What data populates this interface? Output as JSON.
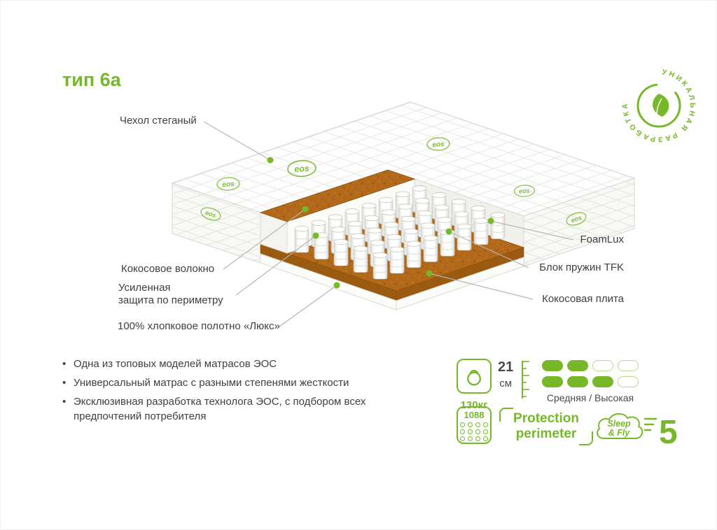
{
  "colors": {
    "accent": "#76b82a",
    "text": "#3f3f3f",
    "coir": "#b2691a"
  },
  "title": "тип 6а",
  "badge_text": "УНИКАЛЬНАЯ РАЗРАБОТКА",
  "brand_mark": "eos",
  "callouts": {
    "cover": "Чехол стеганый",
    "coir_fiber": "Кокосовое волокно",
    "perimeter_line1": "Усиленная",
    "perimeter_line2": "защита по периметру",
    "cotton": "100% хлопковое полотно «Люкс»",
    "foamlux": "FoamLux",
    "spring_block": "Блок пружин TFK",
    "coir_plate": "Кокосовая плита"
  },
  "bullets": [
    "Одна из топовых моделей матрасов ЭОС",
    "Универсальный матрас с разными степенями жесткости",
    "Эксклюзивная разработка технолога ЭОС, с подбором всех предпочтений потребителя"
  ],
  "specs": {
    "max_weight": "130кг",
    "height_value": "21",
    "height_unit": "см",
    "firmness": {
      "rows": [
        [
          1,
          1,
          0,
          0
        ],
        [
          1,
          1,
          1,
          0
        ]
      ],
      "label": "Средняя / Высокая"
    },
    "spring_count": "1088",
    "protection_line1": "Protection",
    "protection_line2": "perimeter",
    "brand_line1": "Sleep",
    "brand_line2": "& Fly",
    "warranty_years": "5"
  }
}
